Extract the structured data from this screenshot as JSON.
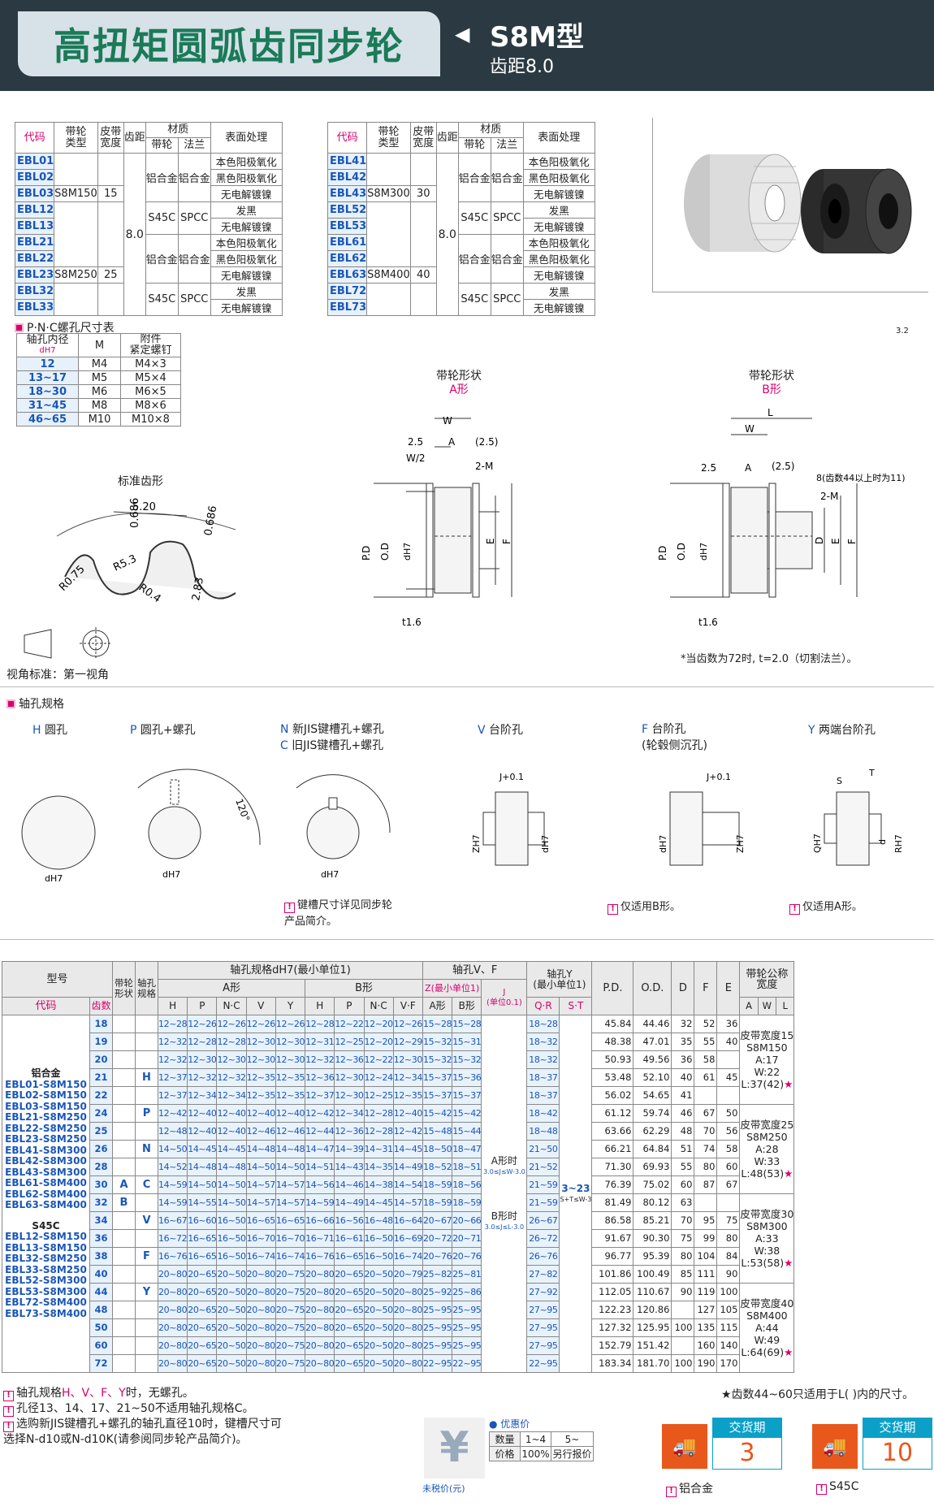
{
  "header": {
    "title": "高扭矩圆弧齿同步轮",
    "arrow": "◀",
    "model": "S8M型",
    "pitch": "齿距8.0"
  },
  "codeTable": {
    "headers": {
      "code": "代码",
      "type": "带轮\n类型",
      "width": "皮带\n宽度",
      "pitch": "齿距",
      "material": "材质",
      "pulley": "带轮",
      "flange": "法兰",
      "surface": "表面处理"
    },
    "left": {
      "codes": [
        "EBL01",
        "EBL02",
        "EBL03",
        "EBL12",
        "EBL13",
        "EBL21",
        "EBL22",
        "EBL23",
        "EBL32",
        "EBL33"
      ],
      "typeA": "S8M150",
      "widthA": "15",
      "typeB": "S8M250",
      "widthB": "25"
    },
    "right": {
      "codes": [
        "EBL41",
        "EBL42",
        "EBL43",
        "EBL52",
        "EBL53",
        "EBL61",
        "EBL62",
        "EBL63",
        "EBL72",
        "EBL73"
      ],
      "typeA": "S8M300",
      "widthA": "30",
      "typeB": "S8M400",
      "widthB": "40"
    },
    "pitchValue": "8.0",
    "alu": "铝合金",
    "s45c": "S45C",
    "spcc": "SPCC",
    "surfaces": [
      "本色阳极氧化",
      "黑色阳极氧化",
      "无电解镀镍",
      "发黑",
      "无电解镀镍"
    ]
  },
  "pnc": {
    "title": "P·N·C螺孔尺寸表",
    "h1": "轴孔内径",
    "h1sub": "dH7",
    "h2": "M",
    "h3": "附件\n紧定螺钉",
    "rows": [
      [
        "12",
        "M4",
        "M4×3"
      ],
      [
        "13~17",
        "M5",
        "M5×4"
      ],
      [
        "18~30",
        "M6",
        "M6×5"
      ],
      [
        "31~45",
        "M8",
        "M8×6"
      ],
      [
        "46~65",
        "M10",
        "M10×8"
      ]
    ]
  },
  "drawings": {
    "toothTitle": "标准齿形",
    "tooth": [
      "5.20",
      "0.686",
      "0.686",
      "R5.3",
      "R0.75",
      "R0.4",
      "2.83"
    ],
    "viewNote": "视角标准：第一视角",
    "a": {
      "title": "带轮形状",
      "sub": "A形",
      "dims": [
        "W",
        "2.5",
        "A",
        "(2.5)",
        "W/2",
        "2-M",
        "P.D",
        "O.D",
        "dH7",
        "E",
        "F",
        "t1.6"
      ]
    },
    "b": {
      "title": "带轮形状",
      "sub": "B形",
      "dims": [
        "L",
        "W",
        "2.5",
        "A",
        "(2.5)",
        "8(齿数44以上时为11)",
        "2-M",
        "P.D",
        "O.D",
        "dH7",
        "D",
        "E",
        "F",
        "t1.6"
      ]
    },
    "roughness": "3.2",
    "note": "*当齿数为72时, t=2.0（切割法兰）。"
  },
  "bore": {
    "title": "轴孔规格",
    "types": [
      {
        "k": "H",
        "n": "圆孔"
      },
      {
        "k": "P",
        "n": "圆孔+螺孔"
      },
      {
        "k": "N",
        "n": "新JIS键槽孔+螺孔"
      },
      {
        "k": "C",
        "n": "旧JIS键槽孔+螺孔"
      },
      {
        "k": "V",
        "n": "台阶孔"
      },
      {
        "k": "F",
        "n": "台阶孔"
      },
      {
        "k": "Y",
        "n": "两端台阶孔"
      }
    ],
    "fsub": "(轮毂侧沉孔)",
    "angle": "120°",
    "dh7": "dH7",
    "j": "J+0.1",
    "z": "ZH7",
    "s": "S",
    "t": "T",
    "q": "QH7",
    "d": "d",
    "r": "RH7",
    "note1": "键槽尺寸详见同步轮\n产品简介。",
    "note2": "仅适用B形。",
    "note3": "仅适用A形。"
  },
  "big": {
    "h": {
      "model": "型号",
      "code": "代码",
      "teeth": "齿数",
      "shape": "带轮\n形状",
      "spec": "轴孔\n规格",
      "bore": "轴孔规格dH7(最小单位1)",
      "aform": "A形",
      "bform": "B形",
      "vf": "轴孔V、F",
      "z": "Z(最小单位1)",
      "j": "J\n(单位0.1)",
      "y": "轴孔Y\n(最小单位1)",
      "qr": "Q·R",
      "st": "S·T",
      "pd": "P.D.",
      "od": "O.D.",
      "d": "D",
      "f": "F",
      "e": "E",
      "bw": "带轮公称\n宽度",
      "a": "A",
      "w": "W",
      "l": "L",
      "cols": [
        "H",
        "P",
        "N·C",
        "V",
        "Y",
        "H",
        "P",
        "N·C",
        "V·F",
        "A形",
        "B形"
      ]
    },
    "alu": "铝合金",
    "aluCodes": [
      "EBL01-S8M150",
      "EBL02-S8M150",
      "EBL03-S8M150",
      "EBL21-S8M250",
      "EBL22-S8M250",
      "EBL23-S8M250",
      "EBL41-S8M300",
      "EBL42-S8M300",
      "EBL43-S8M300",
      "EBL61-S8M400",
      "EBL62-S8M400",
      "EBL63-S8M400"
    ],
    "s45c": "S45C",
    "s45Codes": [
      "EBL12-S8M150",
      "EBL13-S8M150",
      "EBL32-S8M250",
      "EBL33-S8M250",
      "EBL52-S8M300",
      "EBL53-S8M300",
      "EBL72-S8M400",
      "EBL73-S8M400"
    ],
    "shapeA": "A",
    "shapeB": "B",
    "specs": [
      "H",
      "P",
      "N",
      "C",
      "V",
      "F",
      "Y"
    ],
    "jA": "A形时",
    "jAsub": "3.0≤J≤W-3.0",
    "jB": "B形时",
    "jBsub": "3.0≤J≤L-3.0",
    "st": "3~23",
    "stsub": "S+T≤W-3",
    "rows": [
      [
        "18",
        "12~28",
        "12~26",
        "12~26",
        "12~26",
        "12~26",
        "12~28",
        "12~22",
        "12~20",
        "12~26",
        "15~28",
        "15~28",
        "18~28",
        "45.84",
        "44.46",
        "32",
        "52",
        "36"
      ],
      [
        "19",
        "12~32",
        "12~28",
        "12~28",
        "12~30",
        "12~30",
        "12~31",
        "12~25",
        "12~20",
        "12~29",
        "15~32",
        "15~31",
        "18~32",
        "48.38",
        "47.01",
        "35",
        "55",
        "40"
      ],
      [
        "20",
        "12~32",
        "12~30",
        "12~30",
        "12~30",
        "12~30",
        "12~32",
        "12~36",
        "12~22",
        "12~30",
        "15~32",
        "15~32",
        "18~32",
        "50.93",
        "49.56",
        "36",
        "58",
        ""
      ],
      [
        "21",
        "12~37",
        "12~32",
        "12~32",
        "12~35",
        "12~35",
        "12~36",
        "12~30",
        "12~24",
        "12~34",
        "15~37",
        "15~36",
        "18~37",
        "53.48",
        "52.10",
        "40",
        "61",
        "45"
      ],
      [
        "22",
        "12~37",
        "12~34",
        "12~34",
        "12~35",
        "12~35",
        "12~37",
        "12~30",
        "12~25",
        "12~35",
        "15~37",
        "15~37",
        "18~37",
        "56.02",
        "54.65",
        "41",
        "",
        ""
      ],
      [
        "24",
        "12~42",
        "12~40",
        "12~40",
        "12~40",
        "12~40",
        "12~42",
        "12~34",
        "12~28",
        "12~40",
        "15~42",
        "15~42",
        "18~42",
        "61.12",
        "59.74",
        "46",
        "67",
        "50"
      ],
      [
        "25",
        "12~48",
        "12~40",
        "12~40",
        "12~46",
        "12~46",
        "12~44",
        "12~36",
        "12~28",
        "12~42",
        "15~48",
        "15~44",
        "18~48",
        "63.66",
        "62.29",
        "48",
        "70",
        "56"
      ],
      [
        "26",
        "14~50",
        "14~45",
        "14~45",
        "14~48",
        "14~48",
        "14~47",
        "14~39",
        "14~31",
        "14~45",
        "18~50",
        "18~47",
        "21~50",
        "66.21",
        "64.84",
        "51",
        "74",
        "58"
      ],
      [
        "28",
        "14~52",
        "14~48",
        "14~48",
        "14~50",
        "14~50",
        "14~51",
        "14~43",
        "14~35",
        "14~49",
        "18~52",
        "18~51",
        "21~52",
        "71.30",
        "69.93",
        "55",
        "80",
        "60"
      ],
      [
        "30",
        "14~59",
        "14~50",
        "14~50",
        "14~57",
        "14~57",
        "14~56",
        "14~46",
        "14~38",
        "14~54",
        "18~59",
        "18~56",
        "21~59",
        "76.39",
        "75.02",
        "60",
        "87",
        "67"
      ],
      [
        "32",
        "14~59",
        "14~55",
        "14~50",
        "14~57",
        "14~57",
        "14~59",
        "14~49",
        "14~45",
        "14~57",
        "18~59",
        "18~59",
        "21~59",
        "81.49",
        "80.12",
        "63",
        "",
        ""
      ],
      [
        "34",
        "16~67",
        "16~60",
        "16~50",
        "16~65",
        "16~65",
        "16~66",
        "16~56",
        "16~48",
        "16~64",
        "20~67",
        "20~66",
        "26~67",
        "86.58",
        "85.21",
        "70",
        "95",
        "75"
      ],
      [
        "36",
        "16~72",
        "16~65",
        "16~50",
        "16~70",
        "16~70",
        "16~71",
        "16~61",
        "16~50",
        "16~69",
        "20~72",
        "20~71",
        "26~72",
        "91.67",
        "90.30",
        "75",
        "99",
        "80"
      ],
      [
        "38",
        "16~76",
        "16~65",
        "16~50",
        "16~74",
        "16~74",
        "16~76",
        "16~65",
        "16~50",
        "16~74",
        "20~76",
        "20~76",
        "26~76",
        "96.77",
        "95.39",
        "80",
        "104",
        "84"
      ],
      [
        "40",
        "20~80",
        "20~65",
        "20~50",
        "20~80",
        "20~75",
        "20~80",
        "20~65",
        "20~50",
        "20~79",
        "25~82",
        "25~81",
        "27~82",
        "101.86",
        "100.49",
        "85",
        "111",
        "90"
      ],
      [
        "44",
        "20~80",
        "20~65",
        "20~50",
        "20~80",
        "20~75",
        "20~80",
        "20~65",
        "20~50",
        "20~80",
        "25~92",
        "25~86",
        "27~92",
        "112.05",
        "110.67",
        "90",
        "119",
        "100"
      ],
      [
        "48",
        "20~80",
        "20~65",
        "20~50",
        "20~80",
        "20~75",
        "20~80",
        "20~65",
        "20~50",
        "20~80",
        "25~95",
        "25~95",
        "27~95",
        "122.23",
        "120.86",
        "",
        "127",
        "105"
      ],
      [
        "50",
        "20~80",
        "20~65",
        "20~50",
        "20~80",
        "20~75",
        "20~80",
        "20~65",
        "20~50",
        "20~80",
        "25~95",
        "25~95",
        "27~95",
        "127.32",
        "125.95",
        "100",
        "135",
        "115"
      ],
      [
        "60",
        "20~80",
        "20~65",
        "20~50",
        "20~80",
        "20~75",
        "20~80",
        "20~65",
        "20~50",
        "20~80",
        "25~95",
        "25~95",
        "27~95",
        "152.79",
        "151.42",
        "",
        "160",
        "140"
      ],
      [
        "72",
        "20~80",
        "20~65",
        "20~50",
        "20~80",
        "20~75",
        "20~80",
        "20~65",
        "20~50",
        "20~80",
        "22~95",
        "22~95",
        "22~95",
        "183.34",
        "181.70",
        "100",
        "190",
        "170"
      ]
    ],
    "widths": [
      {
        "t": "皮带宽度15",
        "m": "S8M150",
        "a": "A:17",
        "w": "W:22",
        "l": "L:37(42)",
        "star": "★"
      },
      {
        "t": "皮带宽度25",
        "m": "S8M250",
        "a": "A:28",
        "w": "W:33",
        "l": "L:48(53)",
        "star": "★"
      },
      {
        "t": "皮带宽度30",
        "m": "S8M300",
        "a": "A:33",
        "w": "W:38",
        "l": "L:53(58)",
        "star": "★"
      },
      {
        "t": "皮带宽度40",
        "m": "S8M400",
        "a": "A:44",
        "w": "W:49",
        "l": "L:64(69)",
        "star": "★"
      }
    ]
  },
  "notes": {
    "n1a": "轴孔规格",
    "n1b": "H、V、F、Y",
    "n1c": "时，无螺孔。",
    "n2": "孔径13、14、17、21~50不适用轴孔规格C。",
    "n3": "选购新JIS键槽孔+螺孔的轴孔直径10时，键槽尺寸可\n选择N-d10或N-d10K(请参阅同步轮产品简介)。",
    "star": "★齿数44~60只适用于L( )内的尺寸。"
  },
  "price": {
    "title": "优惠价",
    "qty": "数量",
    "q1": "1~4",
    "q2": "5~",
    "price": "价格",
    "p1": "100%",
    "p2": "另行报价",
    "tax": "未税价(元)",
    "yen": "¥"
  },
  "delivery": [
    {
      "label": "交货期",
      "days": "3",
      "mat": "铝合金"
    },
    {
      "label": "交货期",
      "days": "10",
      "mat": "S45C"
    }
  ]
}
